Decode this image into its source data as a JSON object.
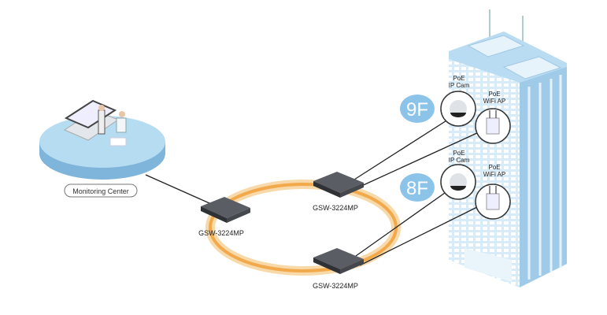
{
  "monitoring_center": {
    "label": "Monitoring Center"
  },
  "switches": [
    {
      "label": "GSW-3224MP"
    },
    {
      "label": "GSW-3224MP"
    },
    {
      "label": "GSW-3224MP"
    }
  ],
  "floors": [
    {
      "label": "9F",
      "devices": [
        {
          "line1": "PoE",
          "line2": "IP Cam"
        },
        {
          "line1": "PoE",
          "line2": "WiFi AP"
        }
      ]
    },
    {
      "label": "8F",
      "devices": [
        {
          "line1": "PoE",
          "line2": "IP Cam"
        },
        {
          "line1": "PoE",
          "line2": "WiFi AP"
        }
      ]
    }
  ],
  "colors": {
    "ring": "#f5b25a",
    "platform": "#a9d4ee",
    "building": "#cfe6f6",
    "floor_badge": "#8cc3e8",
    "switch": "#3a3d42"
  }
}
